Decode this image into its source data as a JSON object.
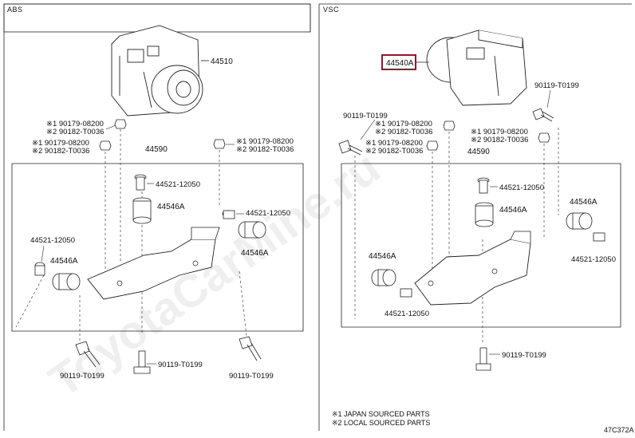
{
  "sections": {
    "left_title": "ABS",
    "right_title": "VSC"
  },
  "abs": {
    "unit_part": "44510",
    "bracket_part": "44590",
    "grommet_top": "44546A",
    "grommet_right": "44546A",
    "grommet_left": "44546A",
    "collar_top": "44521-12050",
    "collar_right": "44521-12050",
    "collar_left": "44521-12050",
    "nut_left_1": "※1 90179-08200",
    "nut_left_2": "※2 90182-T0036",
    "nut_left_b1": "※1 90179-08200",
    "nut_left_b2": "※2 90182-T0036",
    "nut_right_1": "※1 90179-08200",
    "nut_right_2": "※2 90182-T0036",
    "bolt_left": "90119-T0199",
    "bolt_center": "90119-T0199",
    "bolt_right": "90119-T0199"
  },
  "vsc": {
    "unit_part": "44540A",
    "bracket_part": "44590",
    "bolt_top_right": "90119-T0199",
    "bolt_top_left": "90119-T0199",
    "nut_top_1": "※1 90179-08200",
    "nut_top_2": "※2 90182-T0036",
    "nut_left_1": "※1 90179-08200",
    "nut_left_2": "※2 90182-T0036",
    "nut_right_1": "※1 90179-08200",
    "nut_right_2": "※2 90182-T0036",
    "collar_top": "44521-12050",
    "grommet_top": "44546A",
    "grommet_right": "44546A",
    "collar_right": "44521-12050",
    "grommet_left": "44546A",
    "collar_left": "44521-12050",
    "bolt_bottom": "90119-T0199"
  },
  "notes": {
    "note1": "※1 JAPAN SOURCED PARTS",
    "note2": "※2 LOCAL SOURCED PARTS",
    "diagram_id": "47C372A"
  },
  "watermark": "ToyotaCarMine.ru",
  "colors": {
    "highlight_box": "#8b1a2e",
    "line": "#222222"
  }
}
